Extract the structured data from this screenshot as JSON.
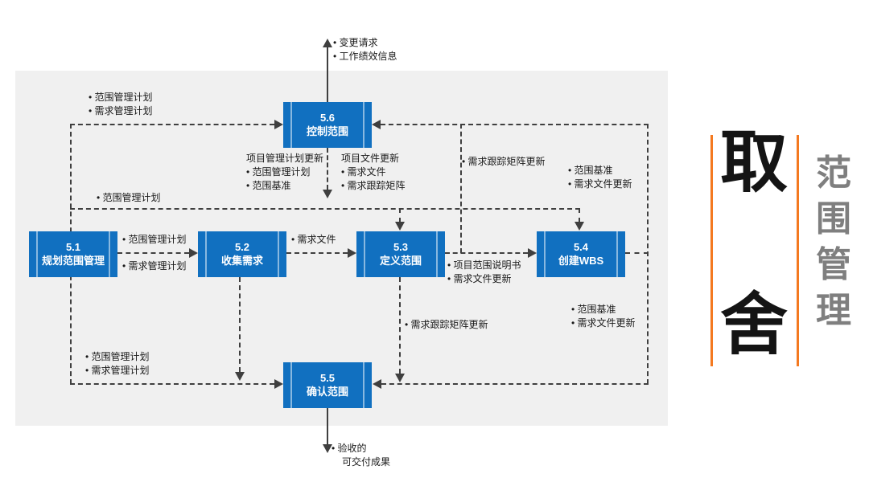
{
  "boxes": {
    "b51": {
      "num": "5.1",
      "name": "规划范围管理"
    },
    "b52": {
      "num": "5.2",
      "name": "收集需求"
    },
    "b53": {
      "num": "5.3",
      "name": "定义范围"
    },
    "b54": {
      "num": "5.4",
      "name": "创建WBS"
    },
    "b55": {
      "num": "5.5",
      "name": "确认范围"
    },
    "b56": {
      "num": "5.6",
      "name": "控制范围"
    }
  },
  "labels": {
    "top_out_1": "• 变更请求",
    "top_out_2": "• 工作绩效信息",
    "in_top_1": "• 范围管理计划",
    "in_top_2": "• 需求管理计划",
    "pm_hdr": "项目管理计划更新",
    "pm_1": "• 范围管理计划",
    "pm_2": "• 范围基准",
    "doc_hdr": "项目文件更新",
    "doc_1": "• 需求文件",
    "doc_2": "• 需求跟踪矩阵",
    "mid_plan": "• 范围管理计划",
    "rtm_right": "• 需求跟踪矩阵更新",
    "right_top_1": "• 范围基准",
    "right_top_2": "• 需求文件更新",
    "a12_top": "• 范围管理计划",
    "a12_bot": "• 需求管理计划",
    "a23": "• 需求文件",
    "a34_1": "• 项目范围说明书",
    "a34_2": "• 需求文件更新",
    "b54_out_1": "• 范围基准",
    "b54_out_2": "• 需求文件更新",
    "rtm_bottom": "• 需求跟踪矩阵更新",
    "in_bot_1": "• 范围管理计划",
    "in_bot_2": "• 需求管理计划",
    "accepted_1": "• 验收的",
    "accepted_2": "可交付成果"
  },
  "side": {
    "big_top": "取",
    "big_bottom": "舍",
    "vertical": [
      "范",
      "围",
      "管",
      "理"
    ]
  },
  "colors": {
    "box_blue": "#1170c0",
    "canvas_gray": "#f0f0f0",
    "line_gray": "#3f3f3f",
    "accent_orange": "#f47920",
    "side_text_gray": "#7f7f7f"
  }
}
